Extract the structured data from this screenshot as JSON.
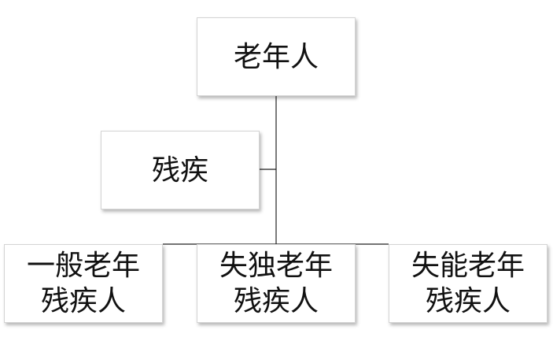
{
  "diagram": {
    "root": {
      "label": "老年人"
    },
    "assistant": {
      "label": "残疾"
    },
    "children": [
      {
        "label": "一般老年\n残疾人"
      },
      {
        "label": "失独老年\n残疾人"
      },
      {
        "label": "失能老年\n残疾人"
      }
    ]
  }
}
